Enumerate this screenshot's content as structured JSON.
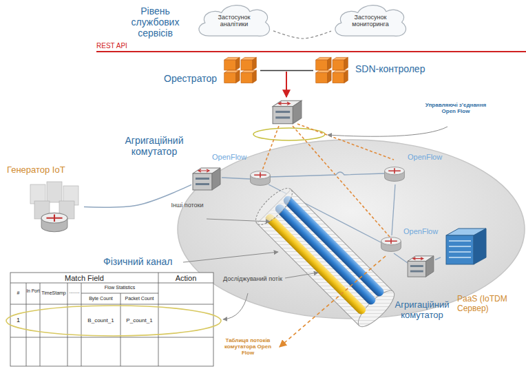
{
  "diagram": {
    "nodes": [
      {
        "text": [
          "Застосунок аналітики"
        ]
      },
      {
        "text": [
          "Застосунок мониторинга"
        ]
      },
      {
        "text": [
          "Орестратор"
        ]
      },
      {
        "text": [
          "SDN-контролер"
        ]
      },
      {
        "text": [
          "Агригаційний комутатор"
        ]
      },
      {
        "text": [
          "Генератор IoT"
        ]
      },
      {
        "text": [
          "Агригаційний комутатор"
        ]
      },
      {
        "text": [
          "PaaS (IoTDM Сервер)"
        ]
      }
    ],
    "edges": [
      {
        "from": 0,
        "to": 1,
        "arrow": "none"
      },
      {
        "from": 2,
        "to": 3,
        "arrow": "none"
      },
      {
        "from": 5,
        "to": 4,
        "arrow": "none"
      },
      {
        "from": 6,
        "to": 7,
        "arrow": "none"
      }
    ],
    "labels": [
      "Рівень службових сервісів",
      "REST API",
      "Управляючі з’єднання Open Flow",
      "OpenFlow",
      "OpenFlow",
      "OpenFlow",
      "Інші потоки",
      "Фізичний канал",
      "Досліджуваний потік",
      "Match Field",
      "Action",
      "#",
      "In Port",
      "TimeStamp",
      "........",
      "Flow Statistics",
      "Byte Count",
      "Packet Count",
      "1",
      "B_count_1",
      "P_count_1",
      "Таблиця потоків комутатора Open Flow"
    ]
  }
}
